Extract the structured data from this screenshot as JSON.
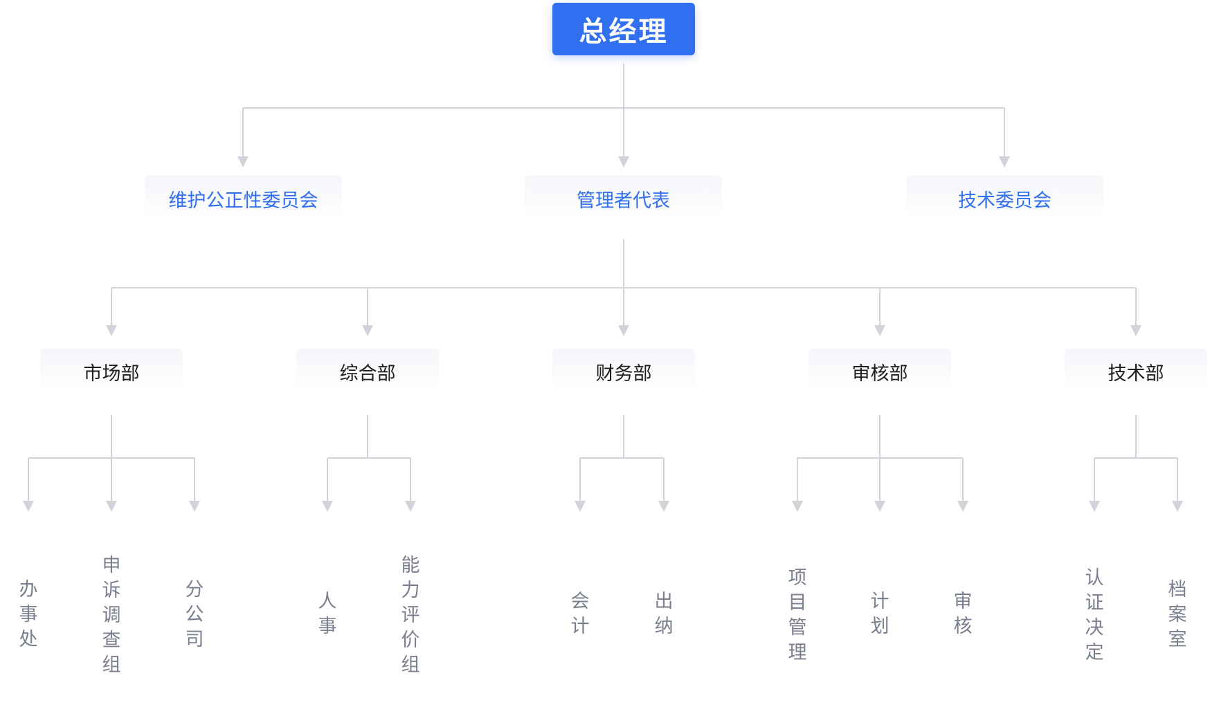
{
  "root": {
    "label": "总经理"
  },
  "committees": [
    {
      "label": "维护公正性委员会"
    },
    {
      "label": "管理者代表"
    },
    {
      "label": "技术委员会"
    }
  ],
  "departments": [
    {
      "label": "市场部",
      "children": [
        "办事处",
        "申诉调查组",
        "分公司"
      ]
    },
    {
      "label": "综合部",
      "children": [
        "人事",
        "能力评价组"
      ]
    },
    {
      "label": "财务部",
      "children": [
        "会计",
        "出纳"
      ]
    },
    {
      "label": "审核部",
      "children": [
        "项目管理",
        "计划",
        "审核"
      ]
    },
    {
      "label": "技术部",
      "children": [
        "认证决定",
        "档案室"
      ]
    }
  ],
  "colors": {
    "accent": "#2f6ff0",
    "connector": "#d0d3d9",
    "leaf_text": "#7a7f8f",
    "dept_text": "#1f1f1f"
  }
}
